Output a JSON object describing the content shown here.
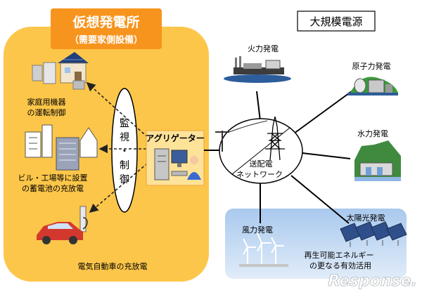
{
  "virtual_plant": {
    "title": "仮想発電所",
    "subtitle": "（需要家側設備）"
  },
  "large_scale": {
    "title": "大規模電源"
  },
  "demand": {
    "home": {
      "line1": "家庭用機器",
      "line2": "の運転制御"
    },
    "building": {
      "line1": "ビル・工場等に設置",
      "line2": "の蓄電池の充放電"
    },
    "ev": {
      "label": "電気自動車の充放電"
    }
  },
  "monitor": {
    "chars": [
      "監",
      "視",
      "・",
      "制",
      "御"
    ]
  },
  "aggregator": {
    "label": "アグリゲーター"
  },
  "network": {
    "line1": "送配電",
    "line2": "ネットワーク"
  },
  "plants": {
    "thermal": "火力発電",
    "nuclear": "原子力発電",
    "hydro": "水力発電",
    "wind": "風力発電",
    "solar": "太陽光発電"
  },
  "renewable": {
    "line1": "再生可能エネルギー",
    "line2": "の更なる有効活用"
  },
  "watermark": "Response."
}
